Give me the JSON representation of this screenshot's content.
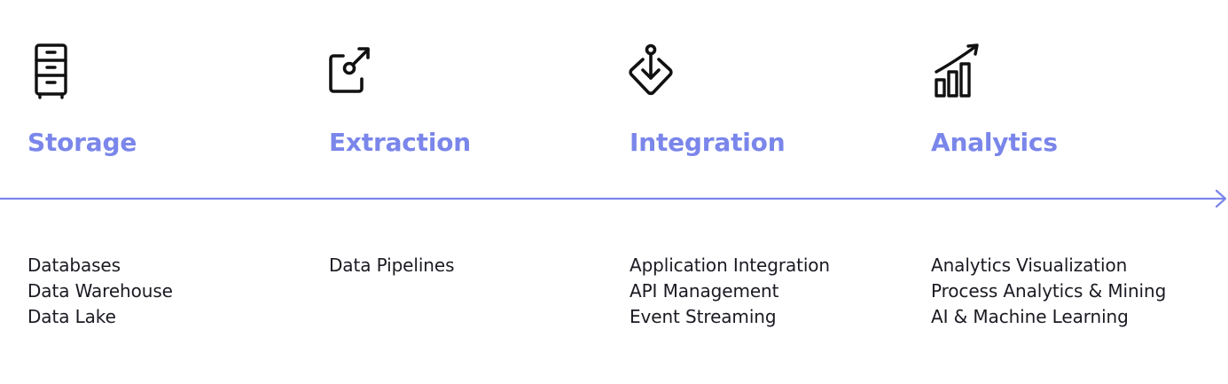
{
  "stages": [
    {
      "title": "Storage",
      "icon": "filing-cabinet-icon",
      "items": [
        "Databases",
        "Data Warehouse",
        "Data Lake"
      ]
    },
    {
      "title": "Extraction",
      "icon": "export-icon",
      "items": [
        "Data Pipelines"
      ]
    },
    {
      "title": "Integration",
      "icon": "anchor-integration-icon",
      "items": [
        "Application Integration",
        "API Management",
        "Event Streaming"
      ]
    },
    {
      "title": "Analytics",
      "icon": "growth-chart-icon",
      "items": [
        "Analytics Visualization",
        "Process Analytics & Mining",
        "AI & Machine Learning"
      ]
    }
  ],
  "colors": {
    "accent": "#7a86ea",
    "text": "#1a1a22",
    "icon": "#111111"
  }
}
